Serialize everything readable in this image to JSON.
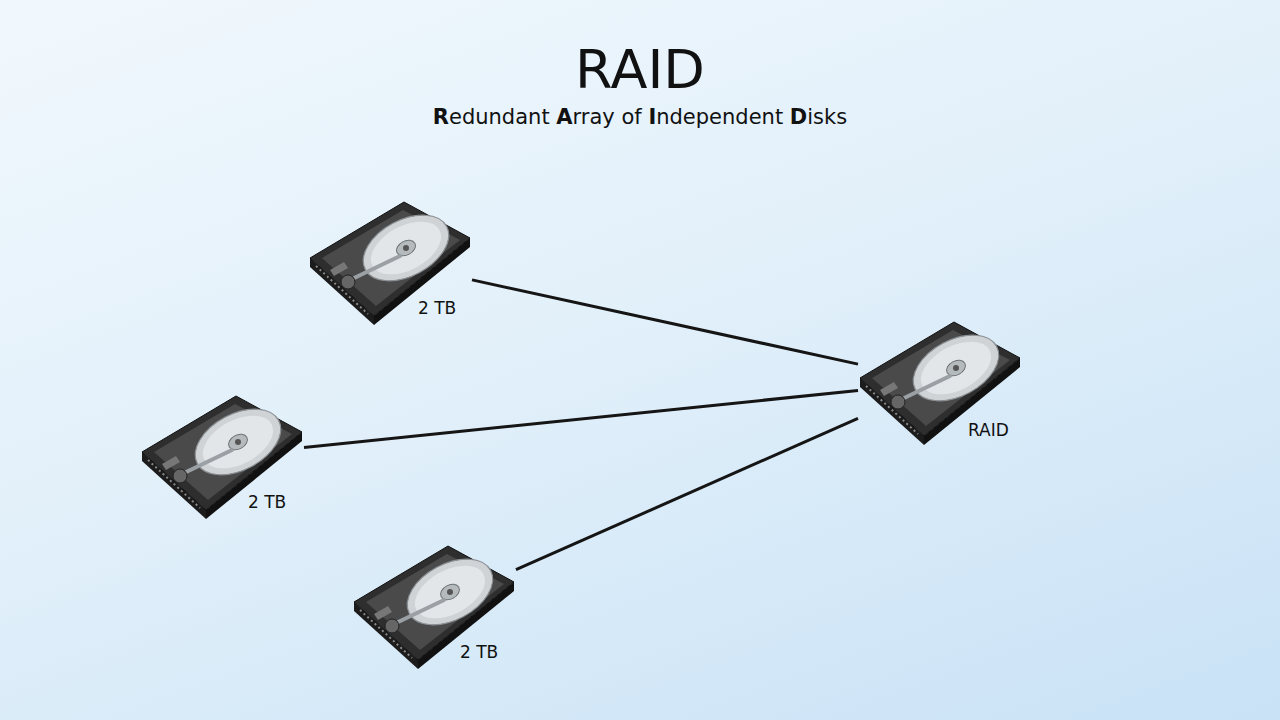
{
  "diagram": {
    "title": "RAID",
    "nodes": [
      {
        "text": [
          "2 TB"
        ]
      },
      {
        "text": [
          "2 TB"
        ]
      },
      {
        "text": [
          "2 TB"
        ]
      },
      {
        "text": [
          "RAID"
        ]
      }
    ],
    "edges": [
      {
        "from": 0,
        "to": 3,
        "arrow": "none"
      },
      {
        "from": 1,
        "to": 3,
        "arrow": "none"
      },
      {
        "from": 2,
        "to": 3,
        "arrow": "none"
      }
    ],
    "labels": [
      "Redundant Array of Independent Disks"
    ]
  }
}
